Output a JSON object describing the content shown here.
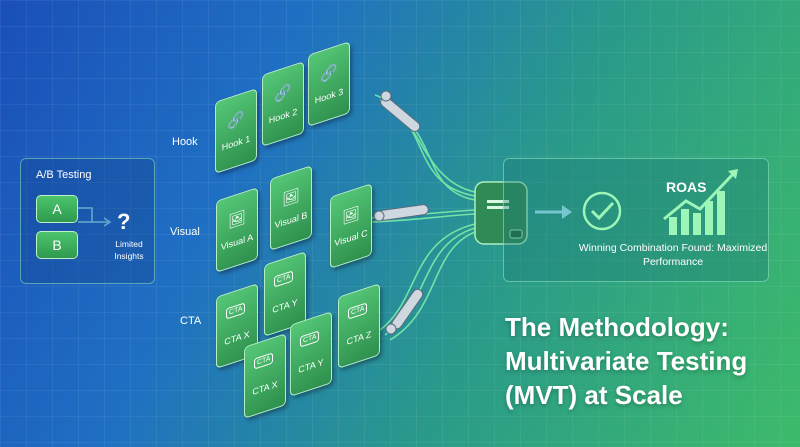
{
  "ab_testing": {
    "title": "A/B Testing",
    "option_a": "A",
    "option_b": "B",
    "question": "?",
    "insight": "Limited Insights"
  },
  "rows": {
    "hook": "Hook",
    "visual": "Visual",
    "cta": "CTA"
  },
  "cards": {
    "hooks": [
      "Hook 1",
      "Hook 2",
      "Hook 3"
    ],
    "visuals": [
      "Visual A",
      "Visual B",
      "Visual C"
    ],
    "ctas": [
      "CTA X",
      "CTA Y",
      "CTA Z"
    ],
    "cta_badge": "CTA"
  },
  "result": {
    "metric": "ROAS",
    "message": "Winning Combination Found: Maximized Performance"
  },
  "headline": "The Methodology: Multivariate Testing (MVT) at Scale",
  "colors": {
    "accent_green": "#3dbb6a",
    "card_green": "#2d8f4c",
    "glow": "#8cf5b0"
  }
}
